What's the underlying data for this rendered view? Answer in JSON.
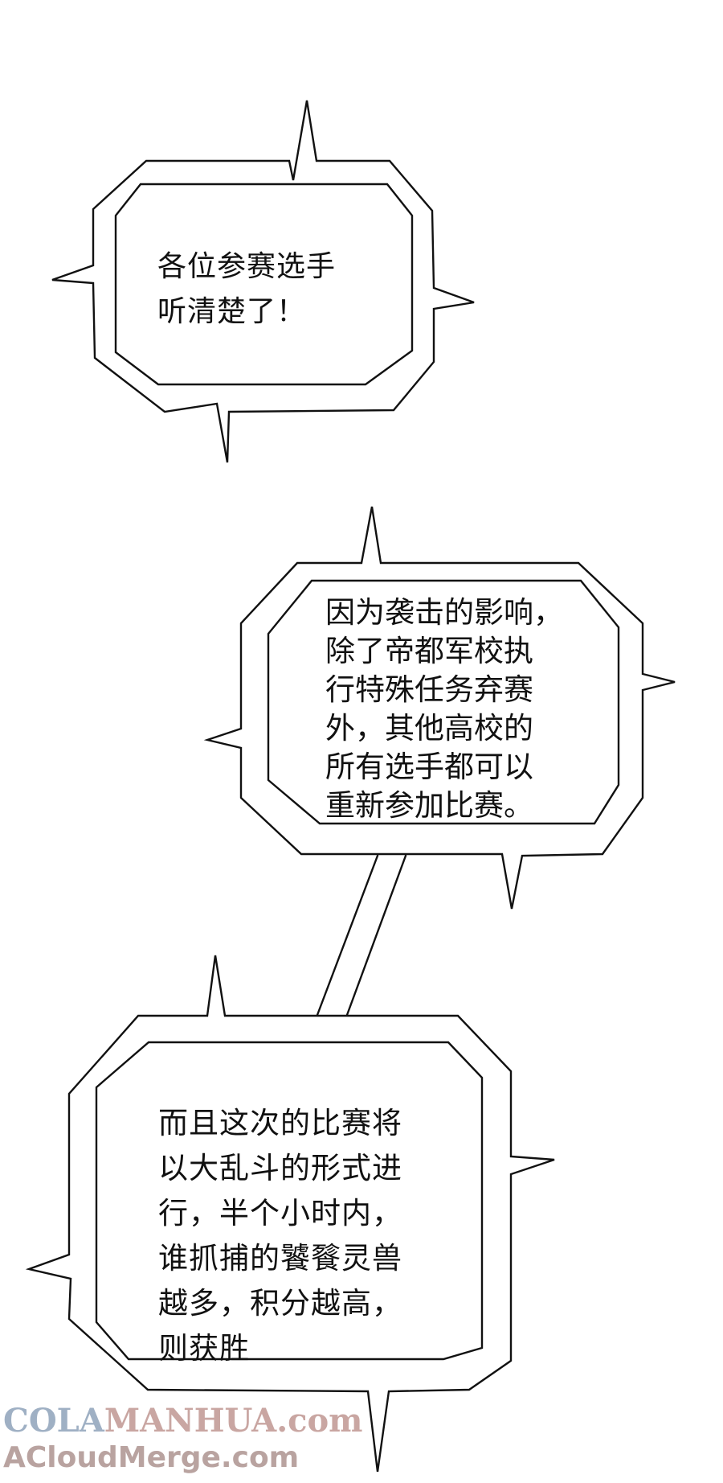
{
  "bubbles": [
    {
      "lines": [
        "各位参赛选手",
        "听清楚了！"
      ]
    },
    {
      "lines": [
        "因为袭击的影响，",
        "除了帝都军校执",
        "行特殊任务弃赛",
        "外，其他高校的",
        "所有选手都可以",
        "重新参加比赛。"
      ]
    },
    {
      "lines": [
        "而且这次的比赛将",
        "以大乱斗的形式进",
        "行，半个小时内，",
        "谁抓捕的饕餮灵兽",
        "越多，积分越高，",
        "则获胜"
      ]
    }
  ],
  "watermark": {
    "line1_part1": "COLA",
    "line1_part2": "MANHUA.com",
    "line2": "ACloudMerge.com"
  },
  "colors": {
    "ink": "#111111",
    "background": "#ffffff"
  }
}
